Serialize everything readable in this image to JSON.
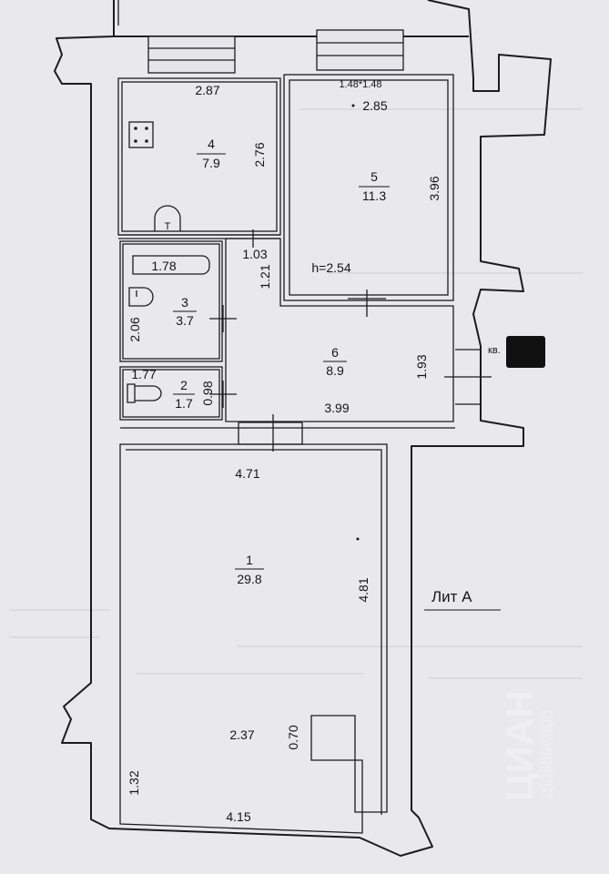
{
  "rooms": [
    {
      "number": "1",
      "area": "29.8"
    },
    {
      "number": "2",
      "area": "1.7"
    },
    {
      "number": "3",
      "area": "3.7"
    },
    {
      "number": "4",
      "area": "7.9"
    },
    {
      "number": "5",
      "area": "11.3"
    },
    {
      "number": "6",
      "area": "8.9"
    }
  ],
  "dimensions": {
    "r4_top": "2.87",
    "r4_side": "2.76",
    "r5_top": "2.85",
    "r5_side": "3.96",
    "window_size": "1.48*1.48",
    "ceiling_height": "h=2.54",
    "corr_w": "1.03",
    "corr_h": "1.21",
    "bath_len": "1.78",
    "bath_h": "2.06",
    "wc_w": "1.77",
    "wc_h": "0.98",
    "hall_w": "3.99",
    "hall_h": "1.93",
    "r1_top": "4.71",
    "r1_side": "4.81",
    "r1_mid": "2.37",
    "r1_niche": "0.70",
    "r1_bottom": "4.15",
    "r1_left": "1.32"
  },
  "labels": {
    "apartment": "кв.",
    "litera": "Лит А",
    "stove_symbol": "T"
  },
  "watermark": {
    "brand": "ЦИАН",
    "digits": "1509896500"
  },
  "colors": {
    "paper": "#e9e9ec",
    "ink": "#1c1c1c",
    "redaction": "#111111"
  }
}
